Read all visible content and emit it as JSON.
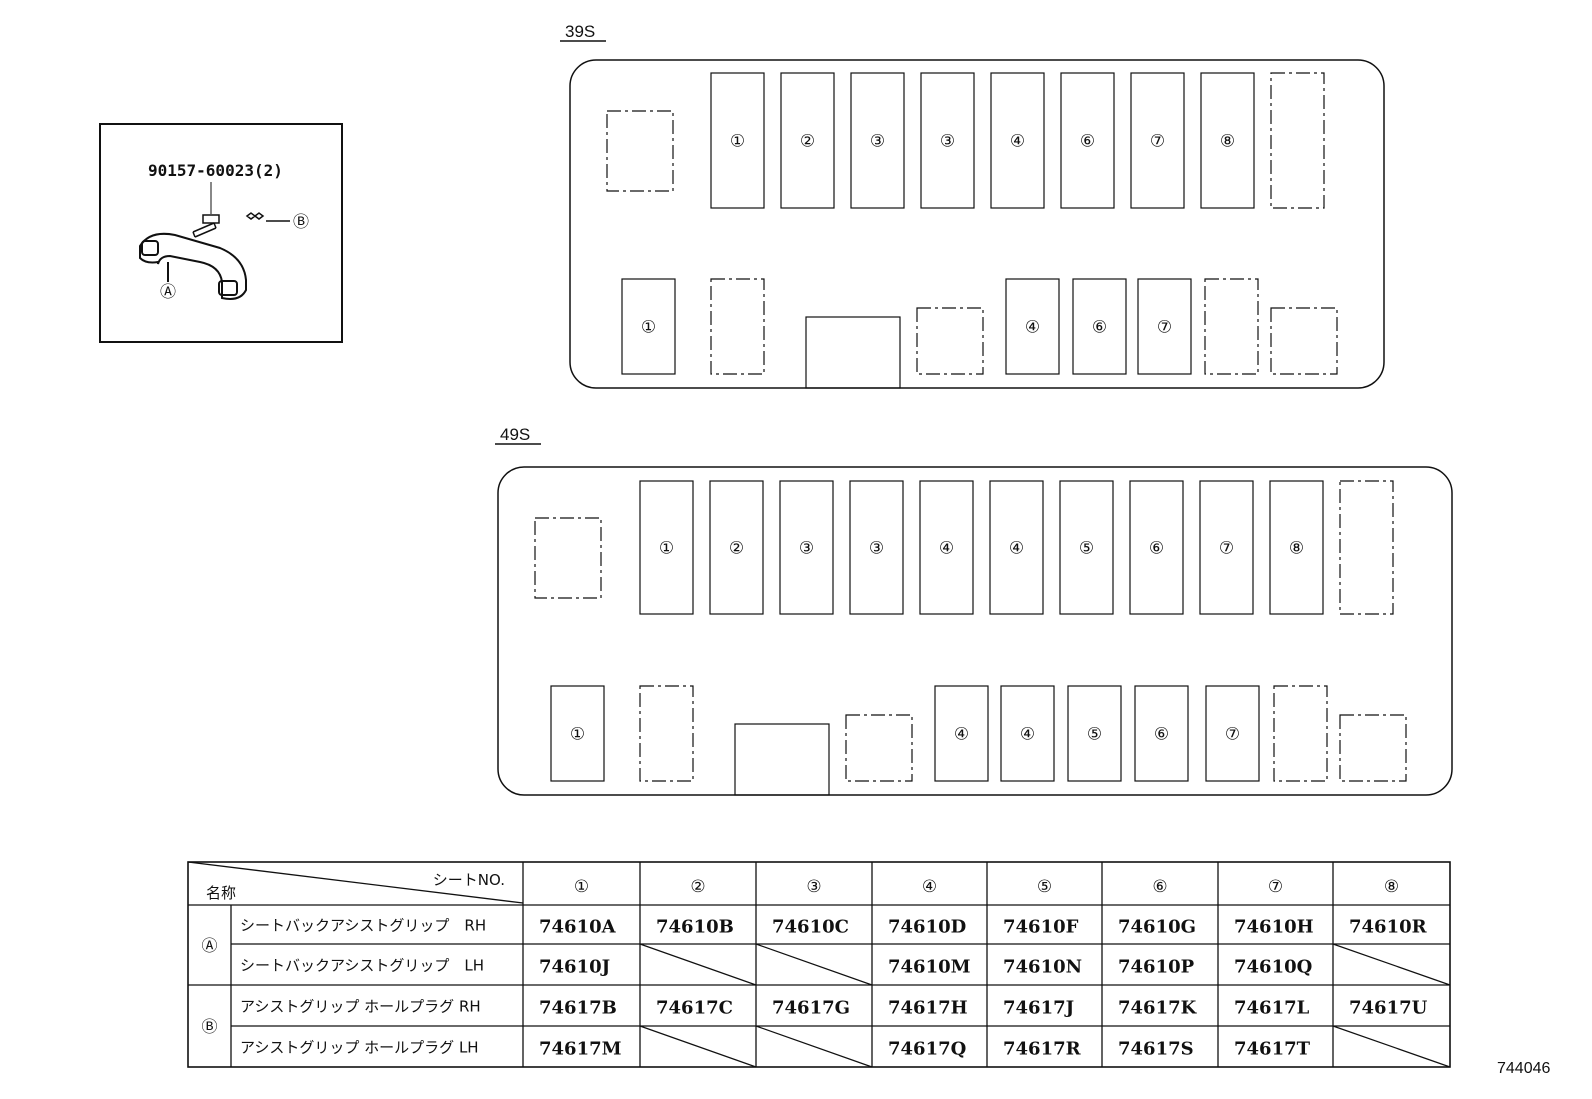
{
  "inset": {
    "bolt_part": "90157-60023(2)",
    "callout_a": "Ⓐ",
    "callout_b": "Ⓑ"
  },
  "layouts": [
    {
      "name": "39S",
      "top_row": [
        "",
        "①",
        "②",
        "③",
        "③",
        "④",
        "⑥",
        "⑦",
        "⑧",
        ""
      ],
      "bottom_row": [
        "①",
        "",
        "",
        "",
        "④",
        "⑥",
        "⑦",
        "",
        ""
      ]
    },
    {
      "name": "49S",
      "top_row": [
        "",
        "①",
        "②",
        "③",
        "③",
        "④",
        "④",
        "⑤",
        "⑥",
        "⑦",
        "⑧",
        ""
      ],
      "bottom_row": [
        "①",
        "",
        "",
        "",
        "④",
        "④",
        "⑤",
        "⑥",
        "⑦",
        "",
        ""
      ]
    }
  ],
  "table": {
    "corner_top": "シートNO.",
    "corner_bottom": "名称",
    "seat_headers": [
      "①",
      "②",
      "③",
      "④",
      "⑤",
      "⑥",
      "⑦",
      "⑧"
    ],
    "groups": [
      {
        "key": "Ⓐ",
        "rows": [
          {
            "name": "シートバックアシストグリップ　RH",
            "parts": [
              "74610A",
              "74610B",
              "74610C",
              "74610D",
              "74610F",
              "74610G",
              "74610H",
              "74610R"
            ]
          },
          {
            "name": "シートバックアシストグリップ　LH",
            "parts": [
              "74610J",
              "",
              "",
              "74610M",
              "74610N",
              "74610P",
              "74610Q",
              ""
            ]
          }
        ]
      },
      {
        "key": "Ⓑ",
        "rows": [
          {
            "name": "アシストグリップ ホールプラグ RH",
            "parts": [
              "74617B",
              "74617C",
              "74617G",
              "74617H",
              "74617J",
              "74617K",
              "74617L",
              "74617U"
            ]
          },
          {
            "name": "アシストグリップ ホールプラグ LH",
            "parts": [
              "74617M",
              "",
              "",
              "74617Q",
              "74617R",
              "74617S",
              "74617T",
              ""
            ]
          }
        ]
      }
    ]
  },
  "figure_number": "744046"
}
